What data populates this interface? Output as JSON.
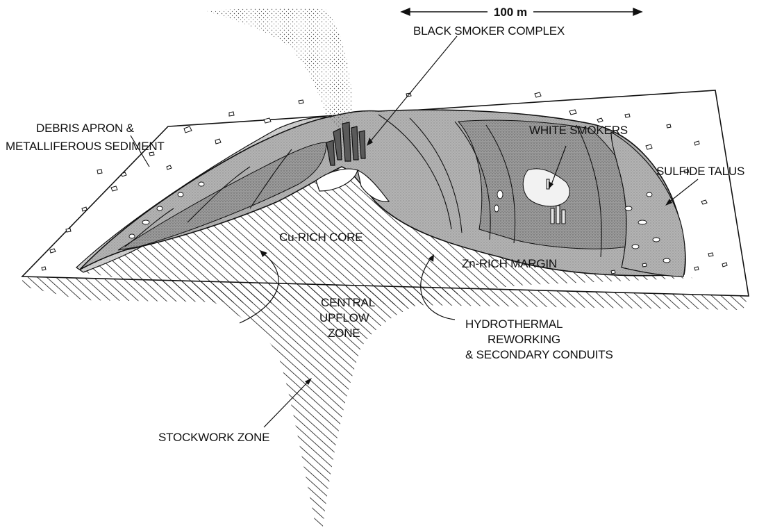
{
  "scale": {
    "text": "100 m"
  },
  "labels": {
    "black_smoker_complex": "BLACK SMOKER COMPLEX",
    "debris_apron_1": "DEBRIS APRON &",
    "debris_apron_2": "METALLIFEROUS SEDIMENT",
    "white_smokers": "WHITE SMOKERS",
    "sulfide_talus": "SULFIDE TALUS",
    "cu_rich_core": "Cu-RICH CORE",
    "zn_rich_margin": "Zn-RICH MARGIN",
    "central_upflow_1": "CENTRAL",
    "central_upflow_2": "UPFLOW",
    "central_upflow_3": "ZONE",
    "hydrothermal_1": "HYDROTHERMAL",
    "hydrothermal_2": "REWORKING",
    "hydrothermal_3": "& SECONDARY CONDUITS",
    "stockwork_zone": "STOCKWORK ZONE"
  },
  "colors": {
    "ink": "#111111",
    "mound_fill": "#a9a9a9",
    "mound_dark": "#8e8e8e",
    "apron_fill": "#c4c4c4"
  }
}
